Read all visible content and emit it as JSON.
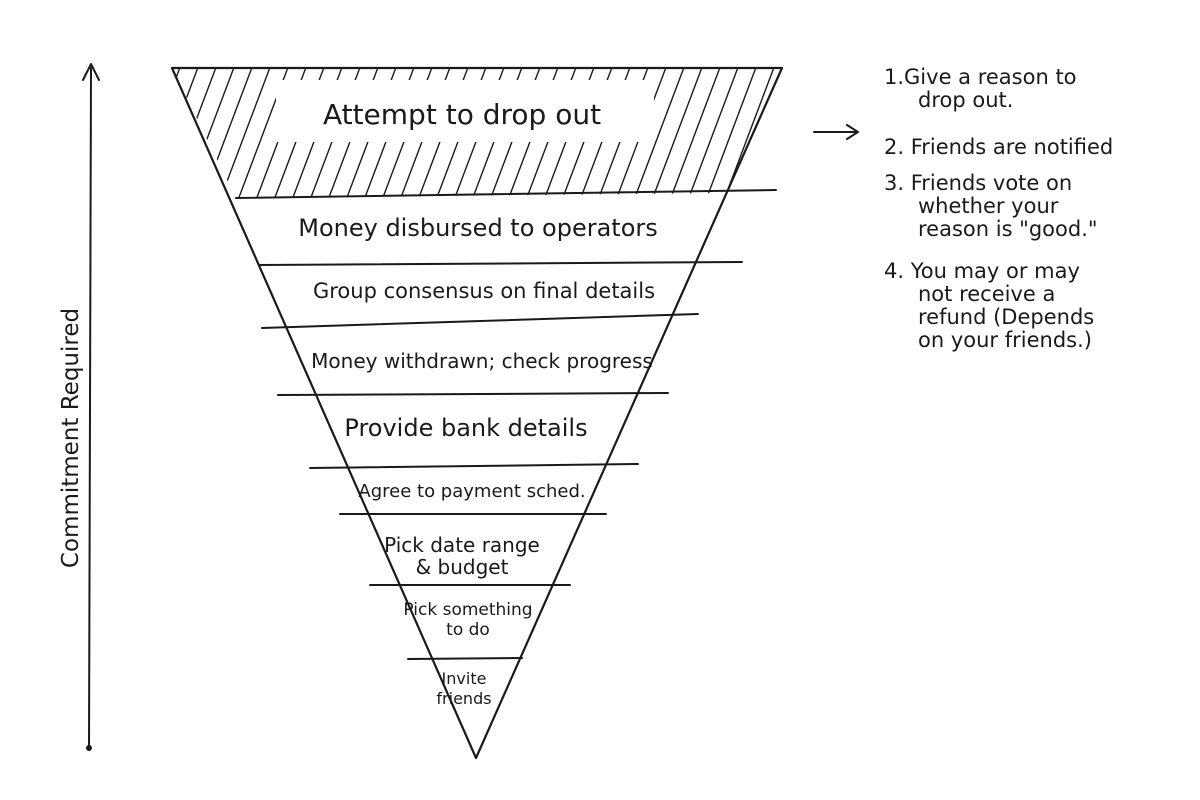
{
  "diagram": {
    "axis_label": "Commitment Required",
    "top_layer": "Attempt to drop out",
    "layers": [
      [
        "Money disbursed to operators"
      ],
      [
        "Group consensus on final details"
      ],
      [
        "Money withdrawn; check progress"
      ],
      [
        "Provide bank details"
      ],
      [
        "Agree to payment sched."
      ],
      [
        "Pick date range",
        "& budget"
      ],
      [
        "Pick something",
        "to do"
      ],
      [
        "Invite",
        "friends"
      ]
    ],
    "dropout_steps": [
      [
        "1.Give a reason to",
        "drop out."
      ],
      [
        "2. Friends are notified"
      ],
      [
        "3. Friends vote on",
        "whether your",
        "reason is \"good.\""
      ],
      [
        "4. You may or may",
        "not receive a",
        "refund (Depends",
        "on your friends.)"
      ]
    ],
    "ink_color": "#1a1a1a"
  }
}
